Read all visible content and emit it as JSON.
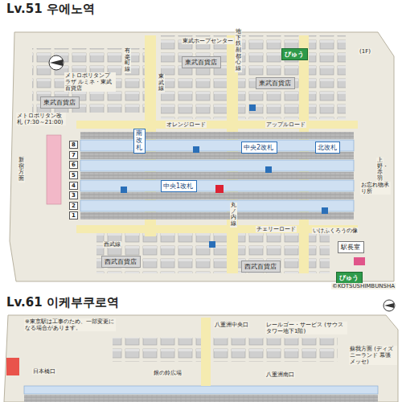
{
  "diagram": {
    "nodes": [
      {
        "text": [
          "Lv.51 우에노역"
        ]
      },
      {
        "text": [
          "東武百貨店"
        ],
        "in": 0
      },
      {
        "text": [
          "東武百貨店"
        ],
        "in": 0
      },
      {
        "text": [
          "東武百貨店"
        ],
        "in": 0
      },
      {
        "text": [
          "西武百貨店"
        ],
        "in": 0
      },
      {
        "text": [
          "西武百貨店"
        ],
        "in": 0
      },
      {
        "text": [
          "南改札"
        ],
        "in": 0
      },
      {
        "text": [
          "中央2改札"
        ],
        "in": 0
      },
      {
        "text": [
          "中央1改札"
        ],
        "in": 0
      },
      {
        "text": [
          "北改札"
        ],
        "in": 0
      },
      {
        "text": [
          "びゅう"
        ],
        "in": 0
      },
      {
        "text": [
          "びゅう"
        ],
        "in": 0
      },
      {
        "text": [
          "駅長室"
        ],
        "in": 0
      },
      {
        "text": [
          "Lv.61 이케부쿠로역"
        ]
      }
    ],
    "labels": [
      "東武ホープセンター",
      "地下鉄副都心線",
      "(1F)",
      "メトロポリタンプラザ ルミネ・東武百貨店",
      "メトロポリタン改札 (7:30～21:00)",
      "新宿方面",
      "上野・赤羽方面",
      "オレンジロード",
      "アップルロード",
      "チェリーロード",
      "西武線",
      "東武線",
      "有楽町線",
      "丸ノ内線",
      "いけふくろうの像",
      "お忘れ物承り所",
      "©KOTSUSHIMBUNSHA",
      "1",
      "2",
      "3",
      "4",
      "5",
      "6",
      "7",
      "8",
      "※東京駅は工事のため、一部変更になる場合があります。",
      "八重洲中央口",
      "レールゴー・サービス (サウスタワー地下1階)",
      "蘇我方面 (ディズニーランド 幕張メッセ)",
      "日本橋口",
      "銀の鈴広場",
      "八重洲南口"
    ]
  }
}
